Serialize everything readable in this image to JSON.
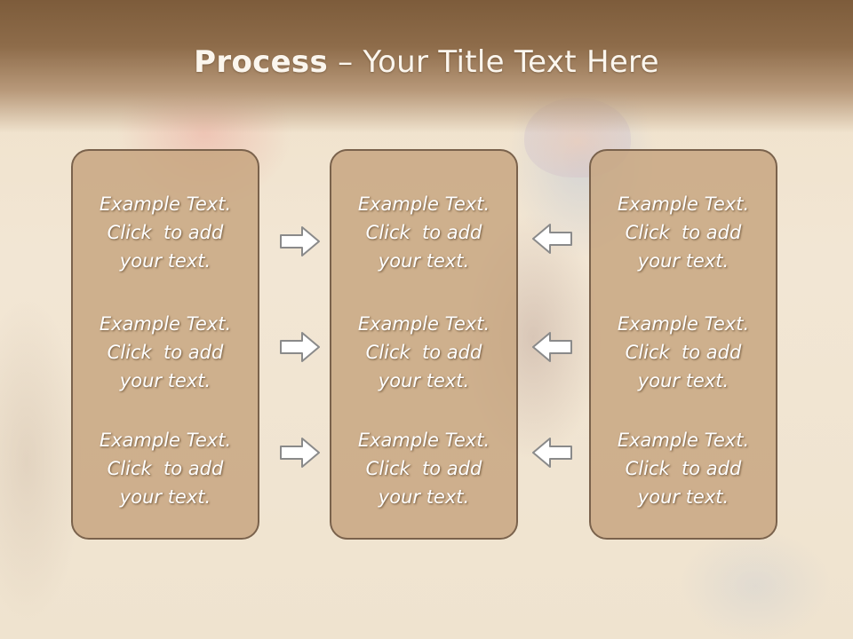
{
  "slide": {
    "title_bold": "Process",
    "title_rest": " – Your Title Text Here"
  },
  "columns": [
    {
      "items": [
        [
          "Example Text.",
          "Click  to add",
          "your text."
        ],
        [
          "Example Text.",
          "Click  to add",
          "your text."
        ],
        [
          "Example Text.",
          "Click  to add",
          "your text."
        ]
      ]
    },
    {
      "items": [
        [
          "Example Text.",
          "Click  to add",
          "your text."
        ],
        [
          "Example Text.",
          "Click  to add",
          "your text."
        ],
        [
          "Example Text.",
          "Click  to add",
          "your text."
        ]
      ]
    },
    {
      "items": [
        [
          "Example Text.",
          "Click  to add",
          "your text."
        ],
        [
          "Example Text.",
          "Click  to add",
          "your text."
        ],
        [
          "Example Text.",
          "Click  to add",
          "your text."
        ]
      ]
    }
  ],
  "arrows": {
    "left_to_center": [
      "right-arrow-icon",
      "right-arrow-icon",
      "right-arrow-icon"
    ],
    "right_to_center": [
      "left-arrow-icon",
      "left-arrow-icon",
      "left-arrow-icon"
    ]
  },
  "colors": {
    "banner": "#8e6c4a",
    "box_fill": "#c6a47e",
    "box_border": "#7a624c",
    "text": "#ffffff"
  }
}
